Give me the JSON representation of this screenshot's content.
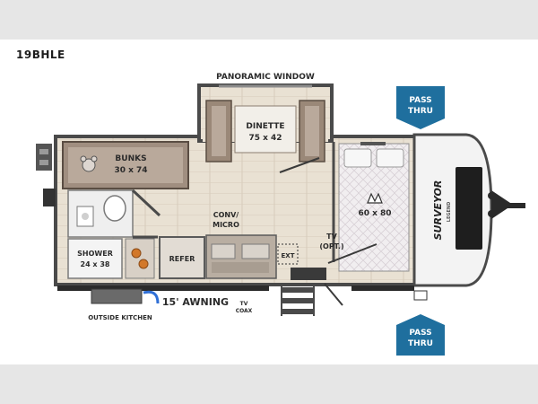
{
  "model": "19BHLE",
  "labels": {
    "panoramic_window": "PANORAMIC WINDOW",
    "dinette": "DINETTE",
    "dinette_size": "75 x 42",
    "bunks": "BUNKS",
    "bunks_size": "30 x 74",
    "conv_micro_1": "CONV/",
    "conv_micro_2": "MICRO",
    "bed_size": "60 x 80",
    "tv": "TV",
    "tv_opt": "(OPT.)",
    "shower": "SHOWER",
    "shower_size": "24 x 38",
    "refer": "REFER",
    "ext": "EXT",
    "awning": "15' AWNING",
    "tv_coax_1": "TV",
    "tv_coax_2": "COAX",
    "outside_kitchen": "OUTSIDE KITCHEN",
    "pass_thru_1": "PASS",
    "pass_thru_2": "THRU"
  },
  "brand": {
    "line1": "SURVEYOR",
    "line2": "LEGEND"
  },
  "colors": {
    "floor": "#e8e0d2",
    "wall": "#4a4a4a",
    "cabinet": "#9a8878",
    "badge": "#1f6f9e"
  }
}
